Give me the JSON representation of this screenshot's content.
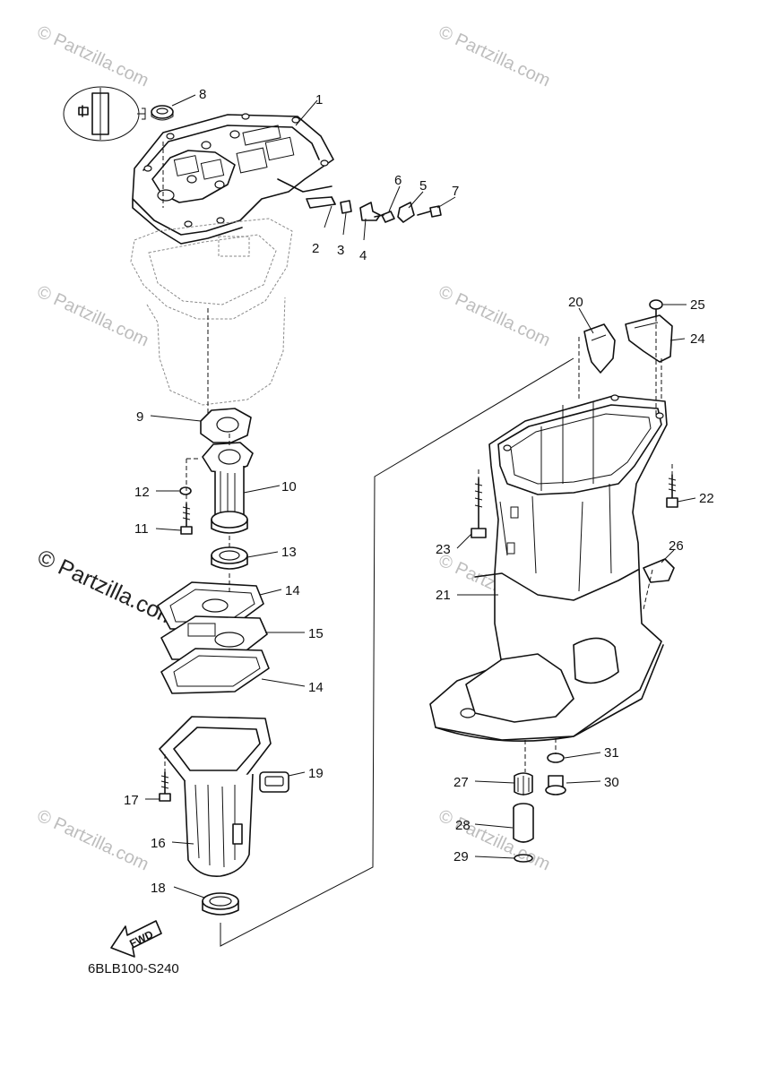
{
  "diagram": {
    "drawing_code": "6BLB100-S240",
    "forward_label": "FWD",
    "watermark_small": "© Partzilla.com",
    "watermark_large": "© Partzilla.com",
    "callouts": [
      "1",
      "2",
      "3",
      "4",
      "5",
      "6",
      "7",
      "8",
      "9",
      "10",
      "11",
      "12",
      "13",
      "14",
      "15",
      "14",
      "16",
      "17",
      "18",
      "19",
      "20",
      "21",
      "22",
      "23",
      "24",
      "25",
      "26",
      "27",
      "28",
      "29",
      "30",
      "31"
    ]
  },
  "colors": {
    "line": "#111111",
    "watermark": "#bdbdbd",
    "background": "#ffffff"
  }
}
